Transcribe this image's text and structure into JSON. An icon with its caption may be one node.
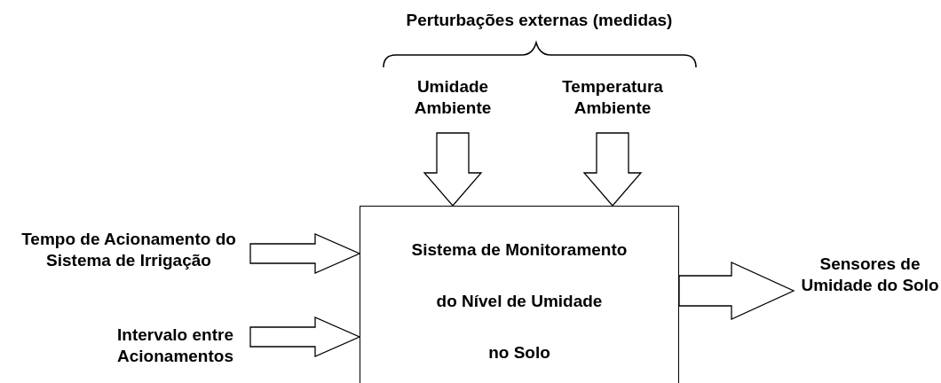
{
  "diagram": {
    "nodes": [
      {
        "text": [
          "Sistema de Monitoramento",
          "do Nível de Umidade",
          "no Solo"
        ]
      },
      {
        "text": [
          "Tempo de Acionamento do Sistema de Irrigação"
        ]
      },
      {
        "text": [
          "Intervalo entre Acionamentos"
        ]
      },
      {
        "text": [
          "Umidade Ambiente"
        ]
      },
      {
        "text": [
          "Temperatura Ambiente"
        ]
      },
      {
        "text": [
          "Sensores de Umidade do Solo"
        ]
      }
    ],
    "edges": [
      {
        "from": 1,
        "to": 0,
        "arrow": "to"
      },
      {
        "from": 2,
        "to": 0,
        "arrow": "to"
      },
      {
        "from": 3,
        "to": 0,
        "arrow": "to"
      },
      {
        "from": 4,
        "to": 0,
        "arrow": "to"
      },
      {
        "from": 0,
        "to": 5,
        "arrow": "to"
      }
    ],
    "labels": [
      "Perturbações externas (medidas)"
    ]
  }
}
